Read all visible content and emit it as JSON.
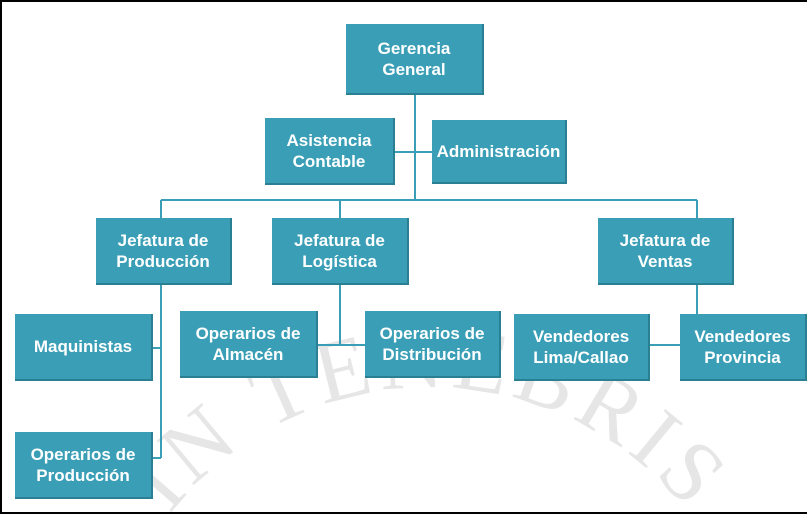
{
  "watermark": {
    "text": "IN TENEBRIS",
    "color": "#e6e6e6"
  },
  "colors": {
    "box": "#3a9fb6",
    "line": "#3a9fb6",
    "text": "#ffffff"
  },
  "nodes": {
    "gerencia": [
      "Gerencia",
      "General"
    ],
    "asistencia": [
      "Asistencia",
      "Contable"
    ],
    "administracion": [
      "Administración"
    ],
    "jef_produccion": [
      "Jefatura de",
      "Producción"
    ],
    "jef_logistica": [
      "Jefatura de",
      "Logística"
    ],
    "jef_ventas": [
      "Jefatura de",
      "Ventas"
    ],
    "maquinistas": [
      "Maquinistas"
    ],
    "op_produccion": [
      "Operarios de",
      "Producción"
    ],
    "op_almacen": [
      "Operarios de",
      "Almacén"
    ],
    "op_distribucion": [
      "Operarios de",
      "Distribución"
    ],
    "vend_lima": [
      "Vendedores",
      "Lima/Callao"
    ],
    "vend_provincia": [
      "Vendedores",
      "Provincia"
    ]
  }
}
